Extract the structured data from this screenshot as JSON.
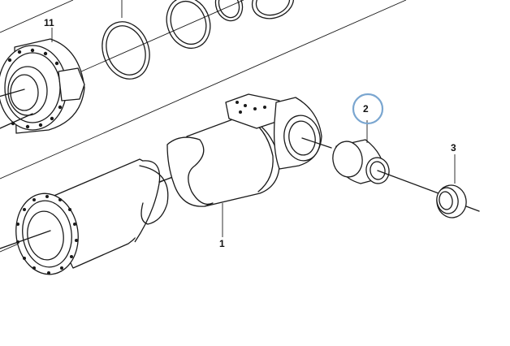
{
  "parts": [
    {
      "key": "p11",
      "label": "11"
    },
    {
      "key": "p2",
      "label": "2"
    },
    {
      "key": "p3",
      "label": "3"
    },
    {
      "key": "p1",
      "label": "1"
    }
  ],
  "highlight": {
    "label": "2",
    "color": "#7aa6d0"
  },
  "colors": {
    "line": "#1a1a1a",
    "background": "#ffffff"
  }
}
